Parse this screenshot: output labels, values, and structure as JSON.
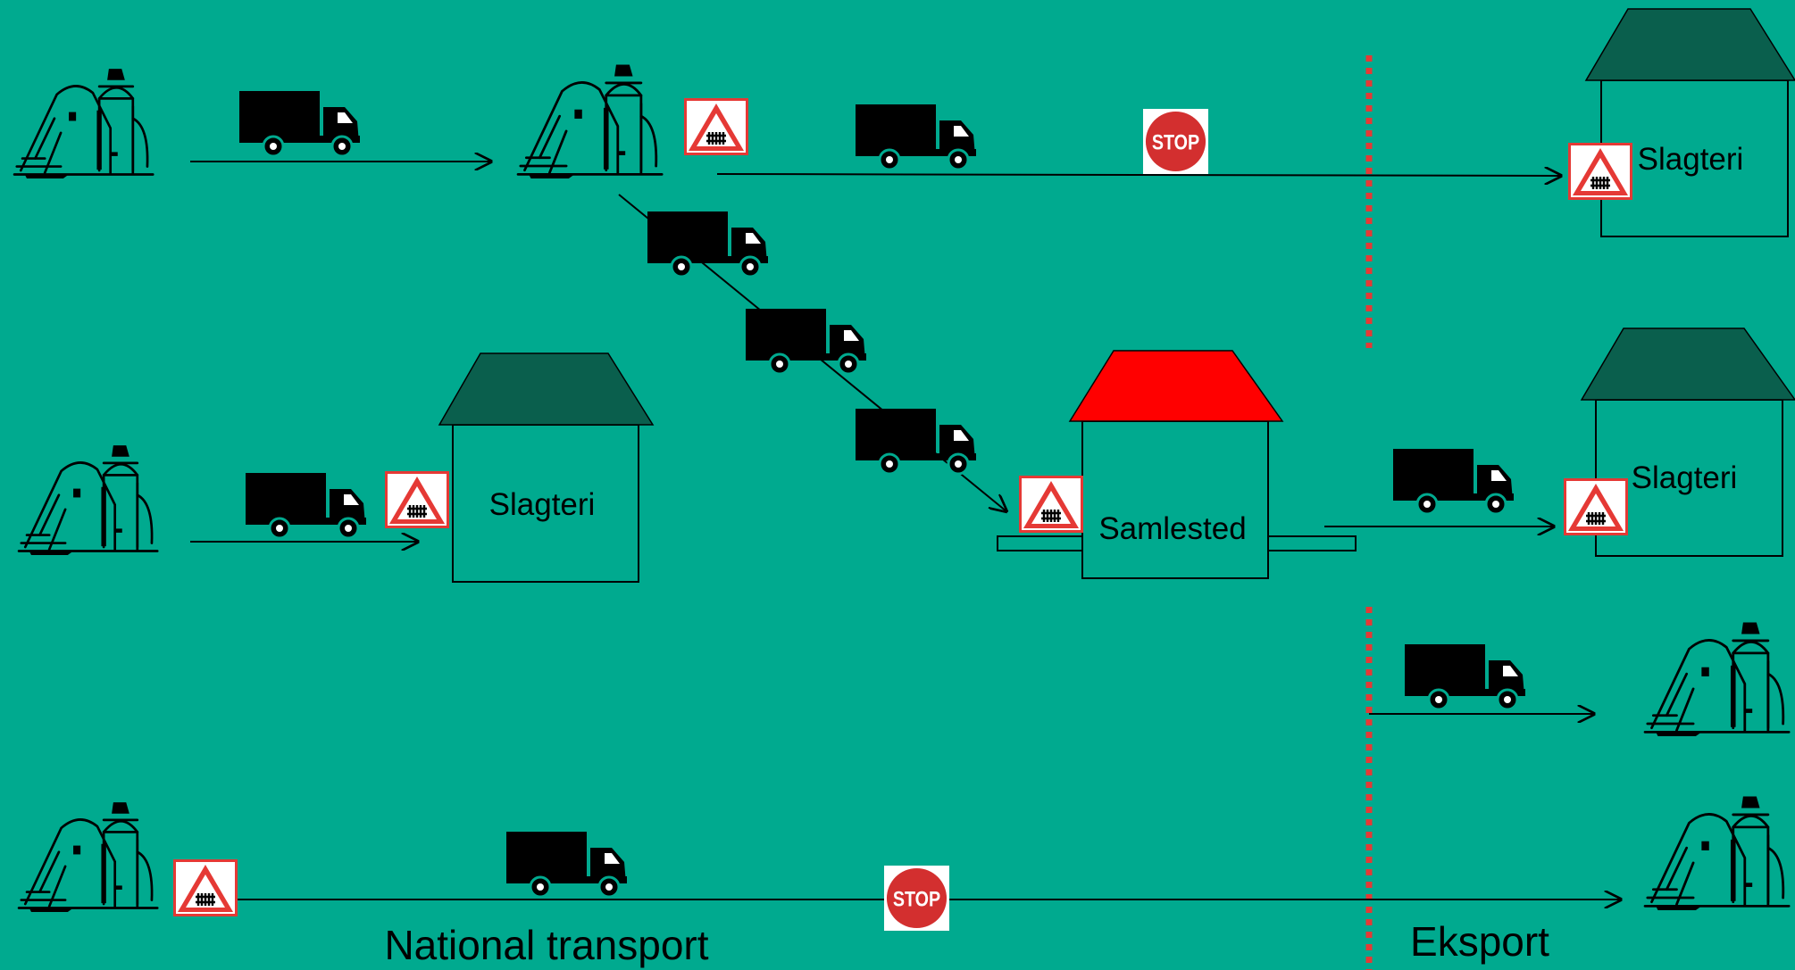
{
  "colors": {
    "background": "#00AA8F",
    "roof": "#0A5F4D",
    "samlested_roof": "#FF0000",
    "border_line": "#E53935",
    "stop_sign": "#D32F2F",
    "crossing_sign_border": "#E53935",
    "ink": "#000000"
  },
  "labels": {
    "slaughterhouse": "Slagteri",
    "collection_point": "Samlested",
    "national_transport": "National transport",
    "export": "Eksport",
    "stop": "STOP"
  },
  "icons": [
    "farm-icon",
    "truck-icon",
    "stop-sign-icon",
    "railway-crossing-sign-icon"
  ]
}
